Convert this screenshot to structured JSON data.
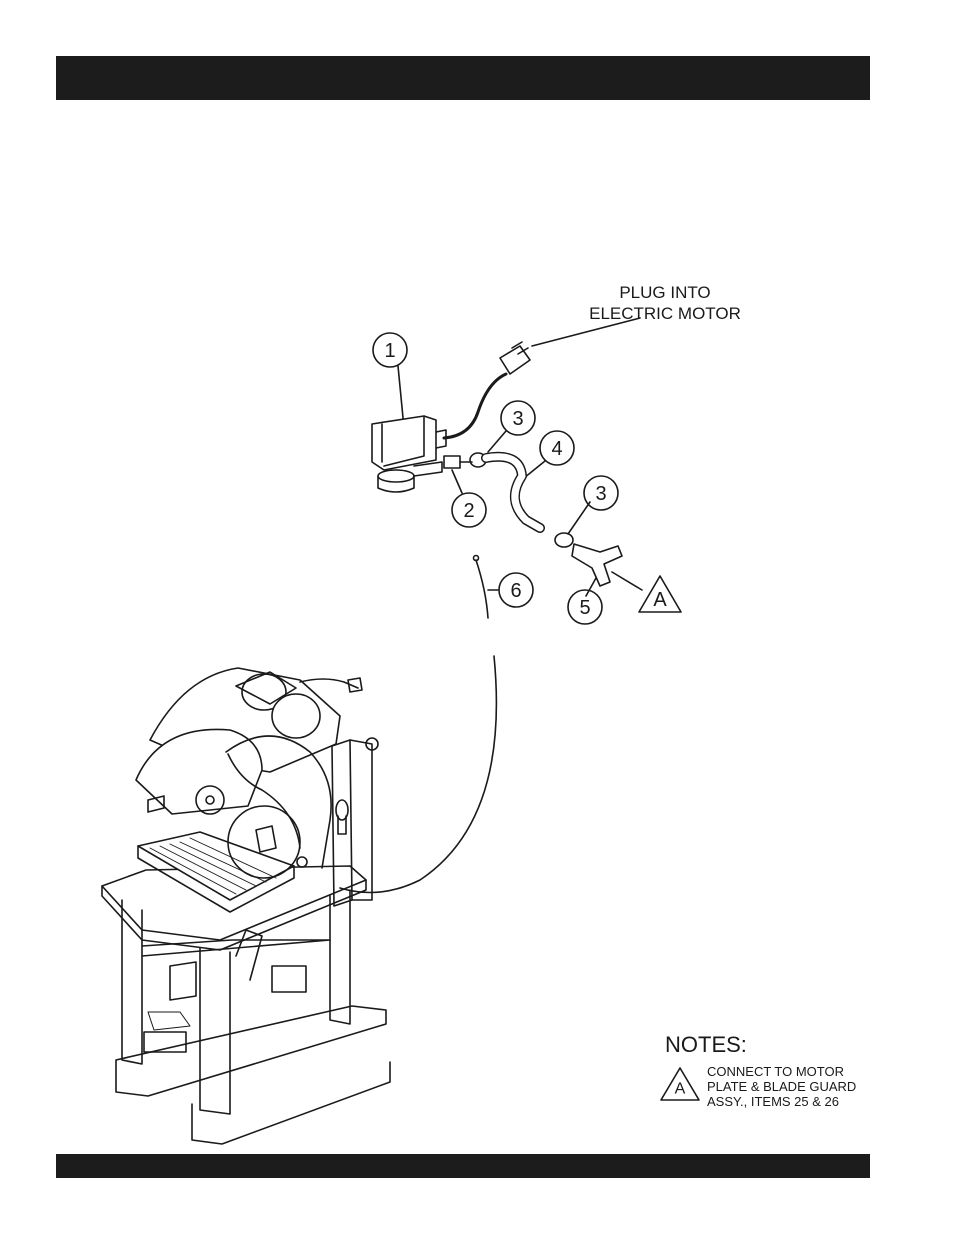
{
  "callout": {
    "plug_line1": "PLUG INTO",
    "plug_line2": "ELECTRIC MOTOR"
  },
  "items": [
    {
      "num": "1"
    },
    {
      "num": "2"
    },
    {
      "num": "3"
    },
    {
      "num": "4"
    },
    {
      "num": "3"
    },
    {
      "num": "5"
    },
    {
      "num": "6"
    }
  ],
  "marker": "A",
  "notes": {
    "title": "NOTES:",
    "marker": "A",
    "line1": "CONNECT TO MOTOR",
    "line2": "PLATE & BLADE GUARD",
    "line3": "ASSY., ITEMS 25 & 26"
  }
}
